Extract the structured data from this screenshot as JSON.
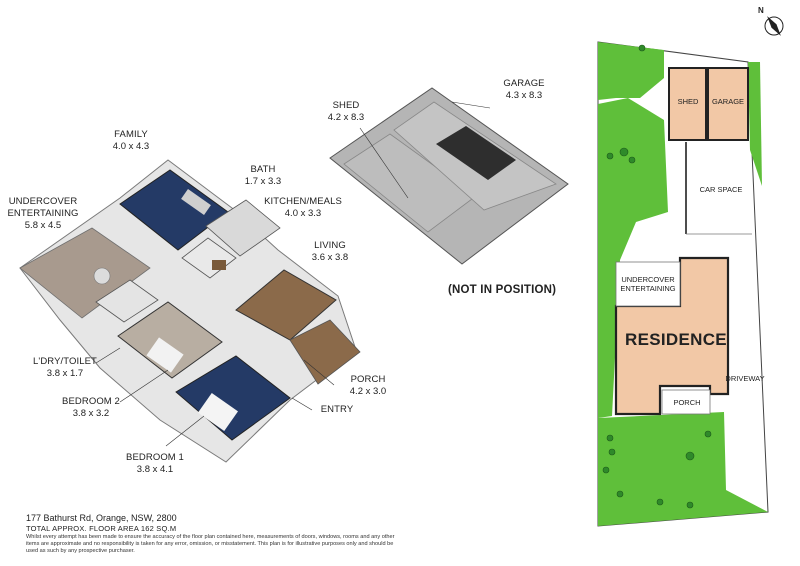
{
  "rooms": {
    "family": {
      "name": "FAMILY",
      "dims": "4.0 x 4.3"
    },
    "bath": {
      "name": "BATH",
      "dims": "1.7 x 3.3"
    },
    "kitchen": {
      "name": "KITCHEN/MEALS",
      "dims": "4.0 x 3.3"
    },
    "undercover": {
      "name": "UNDERCOVER\nENTERTAINING",
      "dims": "5.8 x 4.5"
    },
    "living": {
      "name": "LIVING",
      "dims": "3.6 x 3.8"
    },
    "laundry": {
      "name": "L'DRY/TOILET",
      "dims": "3.8 x 1.7"
    },
    "porch": {
      "name": "PORCH",
      "dims": "4.2 x 3.0"
    },
    "entry": {
      "name": "ENTRY"
    },
    "bedroom2": {
      "name": "BEDROOM 2",
      "dims": "3.8 x 3.2"
    },
    "bedroom1": {
      "name": "BEDROOM 1",
      "dims": "3.8 x 4.1"
    },
    "shed": {
      "name": "SHED",
      "dims": "4.2 x 8.3"
    },
    "garage": {
      "name": "GARAGE",
      "dims": "4.3 x 8.3"
    }
  },
  "not_in_position": "(NOT IN POSITION)",
  "site": {
    "shed": "SHED",
    "garage": "GARAGE",
    "car_space": "CAR SPACE",
    "undercover": "UNDERCOVER\nENTERTAINING",
    "residence": "RESIDENCE",
    "porch": "PORCH",
    "driveway": "DRIVEWAY",
    "compass": "N"
  },
  "footer": {
    "address": "177 Bathurst Rd, Orange, NSW, 2800",
    "area": "TOTAL APPROX. FLOOR AREA 162 SQ.M",
    "disclaimer": "Whilst every attempt has been made to ensure the accuracy of the floor plan contained here, measurements of doors, windows, rooms and any other items are approximate and no responsibility is taken for any error, omission, or misstatement. This plan is for illustrative purposes only and should be used as such by any prospective purchaser."
  },
  "colors": {
    "lawn": "#5fbf3a",
    "building": "#f2c8a6",
    "carpet": "#243a66",
    "timber": "#8b6a4a",
    "concrete": "#bdbdbd",
    "decking": "#a89a8e"
  }
}
